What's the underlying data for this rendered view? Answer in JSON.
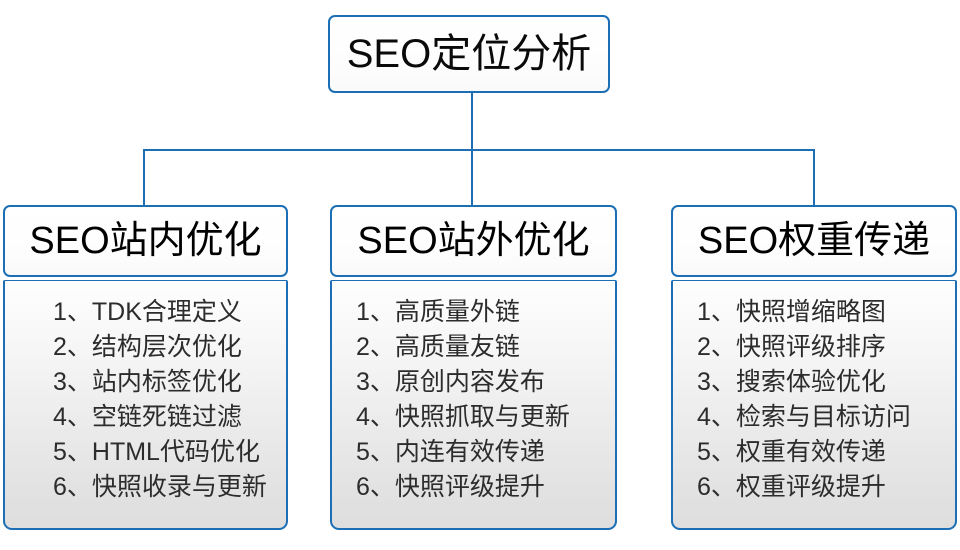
{
  "diagram": {
    "root": {
      "label": "SEO定位分析"
    },
    "branches": [
      {
        "header": "SEO站内优化",
        "items": [
          "1、TDK合理定义",
          "2、结构层次优化",
          "3、站内标签优化",
          "4、空链死链过滤",
          "5、HTML代码优化",
          "6、快照收录与更新"
        ]
      },
      {
        "header": "SEO站外优化",
        "items": [
          "1、高质量外链",
          "2、高质量友链",
          "3、原创内容发布",
          "4、快照抓取与更新",
          "5、内连有效传递",
          "6、快照评级提升"
        ]
      },
      {
        "header": "SEO权重传递",
        "items": [
          "1、快照增缩略图",
          "2、快照评级排序",
          "3、搜索体验优化",
          "4、检索与目标访问",
          "5、权重有效传递",
          "6、权重评级提升"
        ]
      }
    ],
    "colors": {
      "border_blue": "#1c6fb4",
      "connector_blue": "#1c6fb4",
      "panel_top": "#fefefe",
      "panel_bottom": "#dedede",
      "header_text": "#000000",
      "item_text": "#2c2c2c",
      "background": "#ffffff"
    }
  }
}
